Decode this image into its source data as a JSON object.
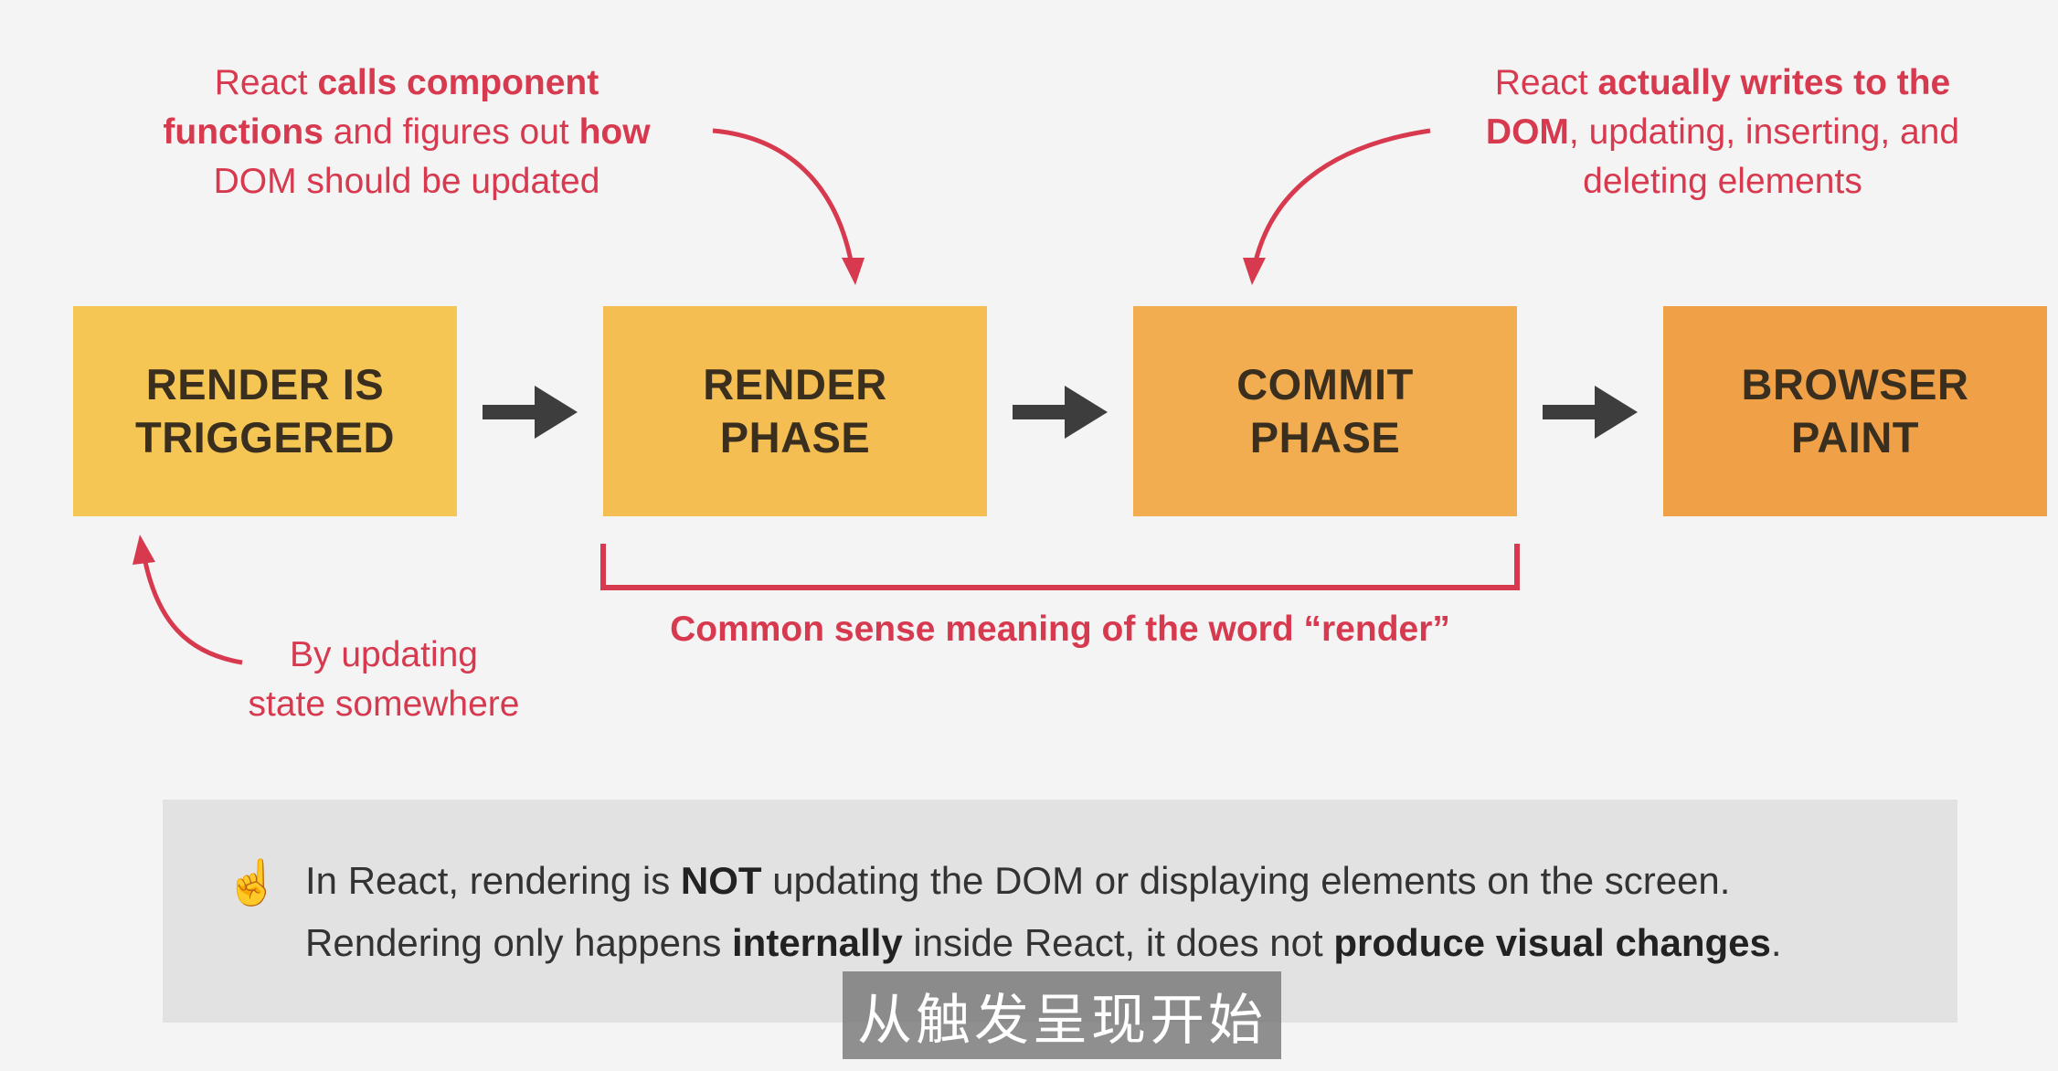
{
  "diagram": {
    "boxes": [
      {
        "label": "RENDER IS\nTRIGGERED",
        "color": "#f5c653"
      },
      {
        "label": "RENDER\nPHASE",
        "color": "#f4be52"
      },
      {
        "label": "COMMIT\nPHASE",
        "color": "#f2ad50"
      },
      {
        "label": "BROWSER\nPAINT",
        "color": "#f0a147"
      }
    ],
    "annotations": {
      "render_phase": {
        "l1a": "React ",
        "l1b": "calls component",
        "l2a": "functions",
        "l2b": " and figures out ",
        "l2c": "how",
        "l3": "DOM should be updated"
      },
      "commit_phase": {
        "l1a": "React ",
        "l1b": "actually writes to the",
        "l2a": "DOM",
        "l2b": ", updating, inserting, and",
        "l3": "deleting elements"
      },
      "trigger": {
        "l1": "By updating",
        "l2": "state somewhere"
      },
      "common_sense": "Common sense meaning of the word “render”"
    },
    "accent_color": "#d7394f",
    "arrow_color": "#3d3d3d"
  },
  "info": {
    "icon": "pointing-up-hand-icon",
    "icon_glyph": "☝️",
    "line1": {
      "a": "In React, rendering is ",
      "b": "NOT",
      "c": " updating the DOM or displaying elements on the screen."
    },
    "line2": {
      "a": "Rendering only happens ",
      "b": "internally",
      "c": " inside React, it does not ",
      "d": "produce visual changes",
      "e": "."
    }
  },
  "subtitle": "从触发呈现开始"
}
